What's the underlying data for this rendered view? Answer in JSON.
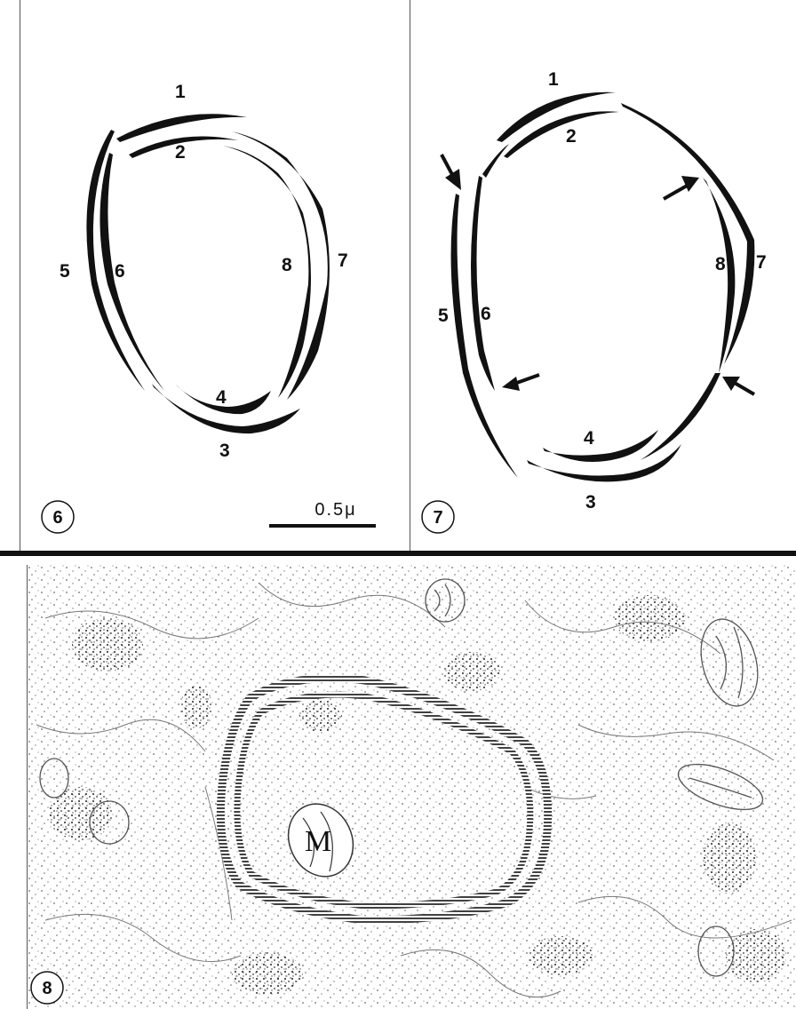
{
  "figure6": {
    "number": "6",
    "labels": [
      "1",
      "2",
      "3",
      "4",
      "5",
      "6",
      "7",
      "8"
    ],
    "scale_bar": "0.5μ"
  },
  "figure7": {
    "number": "7",
    "labels": [
      "1",
      "2",
      "3",
      "4",
      "5",
      "6",
      "7",
      "8"
    ]
  },
  "figure8": {
    "number": "8",
    "mitochondrion_label": "M"
  }
}
